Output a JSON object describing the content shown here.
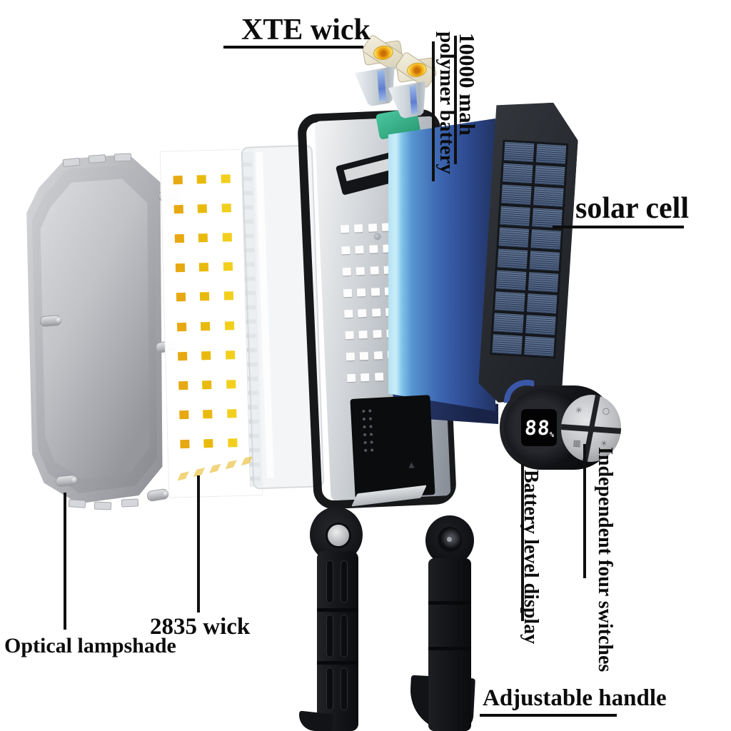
{
  "title": "Solar wall light exploded-parts diagram",
  "labels": {
    "xte_wick": "XTE wick",
    "battery_line1": "10000 mah",
    "battery_line2": "polymer battery",
    "solar_cell": "solar cell",
    "battery_level_display": "Battery level display",
    "independent_four_switches": "Independent four switches",
    "optical_lampshade": "Optical lampshade",
    "wick_2835": "2835 wick",
    "adjustable_handle": "Adjustable handle"
  },
  "display_device": {
    "level_value": "88",
    "level_unit": "%",
    "switches": [
      {
        "name": "snowflake-icon",
        "glyph": "✳"
      },
      {
        "name": "circle-icon",
        "glyph": "○"
      },
      {
        "name": "grid-icon",
        "glyph": "▦"
      },
      {
        "name": "bulb-icon",
        "glyph": "☀"
      }
    ]
  },
  "colors": {
    "label_text": "#0c0c0c",
    "battery_gradient": [
      "#c9eef9",
      "#3f6ab4",
      "#223462"
    ],
    "solar_frame": "#26292e",
    "solar_cell": "#556a8b",
    "led_palette": [
      "#e7a912",
      "#e9ba0e",
      "#f2cf1d"
    ],
    "lampshade_gray": "#b9babe",
    "handle_black": "#141518",
    "display_ring_blue": "#3b57a8"
  },
  "diagram": {
    "led_rows": 10,
    "led_cols": 3,
    "solar_rows": 10,
    "solar_cols": 2,
    "perf_rows": 8,
    "perf_cols": 4,
    "led_foot_cells": 5
  }
}
